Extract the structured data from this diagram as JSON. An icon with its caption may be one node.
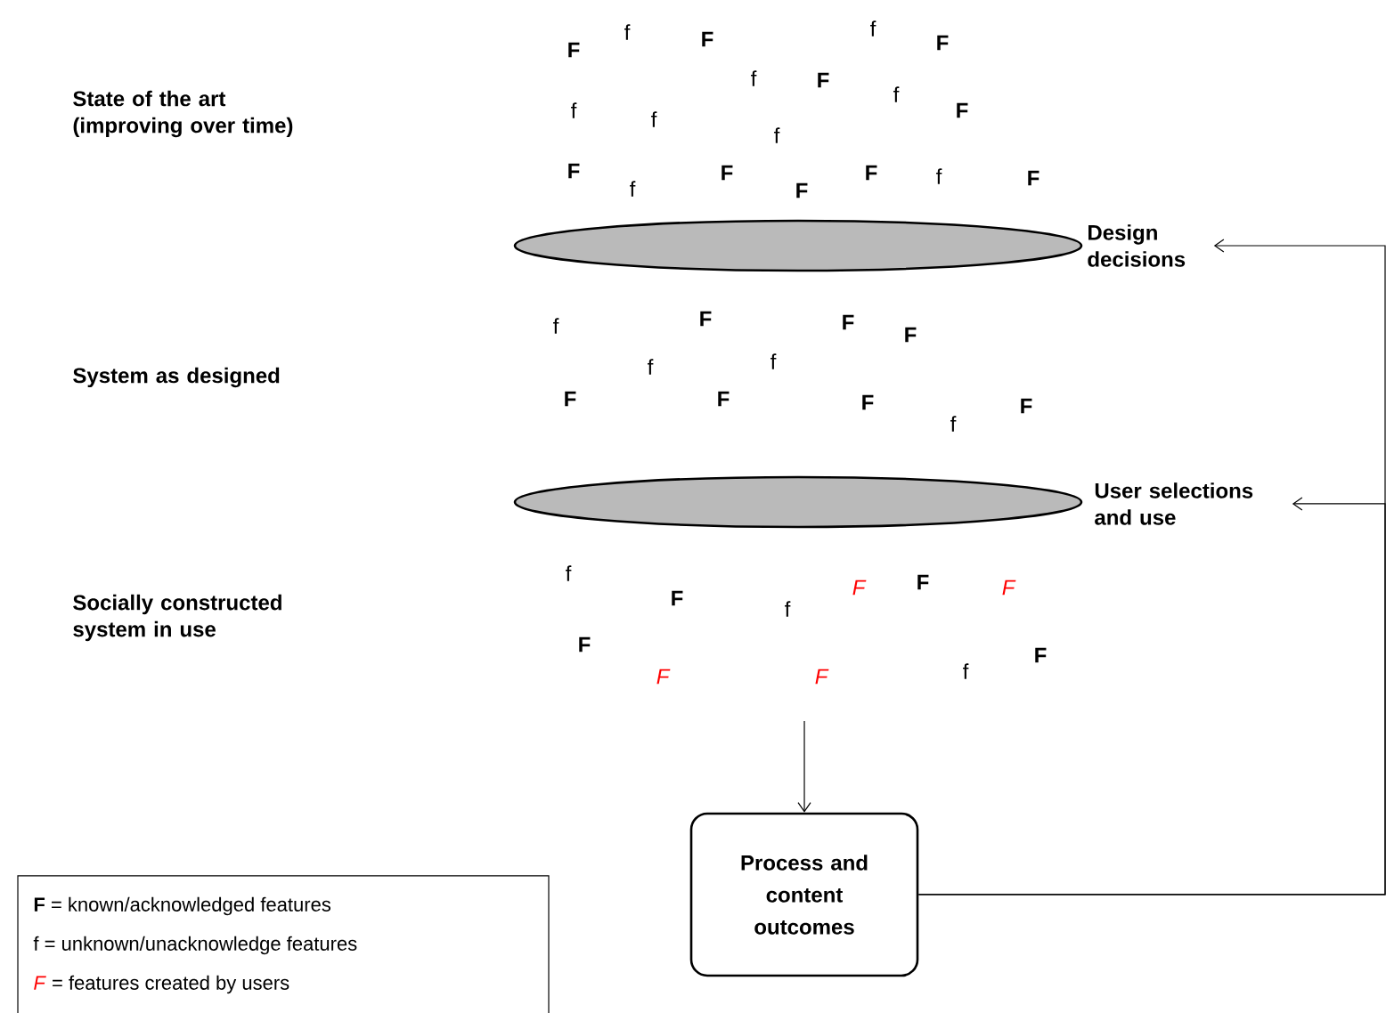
{
  "diagram": {
    "nodes": [
      {
        "text": [],
        "shape": "ellipse"
      },
      {
        "text": [
          "Design decisions"
        ]
      },
      {
        "text": [],
        "shape": "ellipse"
      },
      {
        "text": [
          "User selections and use"
        ]
      },
      {
        "text": [
          "Process and content outcomes"
        ]
      }
    ],
    "edges": [
      {
        "from": null,
        "to": 4,
        "arrow": "to"
      },
      {
        "from": 4,
        "to": 1,
        "arrow": "to"
      },
      {
        "from": 4,
        "to": 3,
        "arrow": "to"
      }
    ],
    "labels": [
      "F",
      "f",
      "F",
      "f",
      "F",
      "State of the art (improving over time)",
      "f",
      "F",
      "f",
      "f",
      "f",
      "f",
      "F",
      "F",
      "f",
      "F",
      "F",
      "F",
      "f",
      "F",
      "f",
      "F",
      "F",
      "F",
      "System as designed",
      "f",
      "f",
      "F",
      "F",
      "F",
      "f",
      "F",
      "Socially constructed system in use",
      "f",
      "F",
      "f",
      "F",
      "F",
      "F",
      "F",
      "F",
      "F",
      "f",
      "F"
    ],
    "legend": [
      {
        "text": "**F** = known/acknowledged features"
      },
      {
        "text": "f = unknown/unacknowledge features"
      },
      {
        "text": "*F* = features created by users",
        "color": "#ff0000"
      }
    ]
  }
}
